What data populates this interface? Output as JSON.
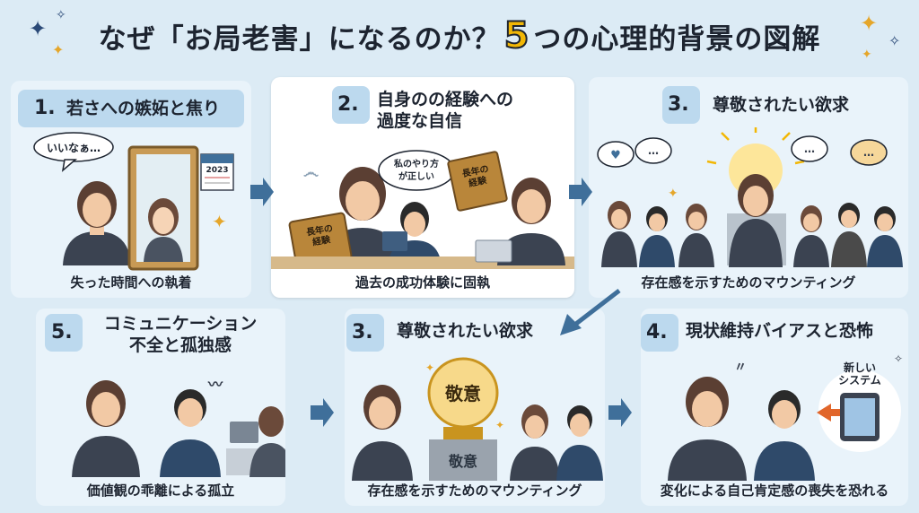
{
  "header": {
    "prefix": "なぜ「お局老害」になるのか？",
    "number": "5",
    "suffix": "つの心理的背景の図解"
  },
  "panels": [
    {
      "number": "1.",
      "title": "若さへの嫉妬と焦り",
      "caption": "失った時間への執着",
      "bubble": "いいなぁ…",
      "calendar_year": "2023"
    },
    {
      "number": "2.",
      "title": "自身のの経験への\n過度な自信",
      "caption": "過去の成功体験に固執",
      "book1": "長年の\n経験",
      "bubble": "私のやり方\nが正しい",
      "book2": "長年の\n経験"
    },
    {
      "number": "3.",
      "title": "尊敬されたい欲求",
      "caption": "存在感を示すためのマウンティング"
    },
    {
      "number": "5.",
      "title": "コミュニケーション\n不全と孤独感",
      "caption": "価値観の乖離による孤立"
    },
    {
      "number": "3.",
      "title": "尊敬されたい欲求",
      "caption": "存在感を示すためのマウンティング",
      "trophy": "敬意",
      "pedestal": "敬意"
    },
    {
      "number": "4.",
      "title": "現状維持バイアスと恐怖",
      "caption": "変化による自己肯定感の喪失を恐れる",
      "system_label": "新しい\nシステム"
    }
  ],
  "colors": {
    "background": "#dcebf5",
    "chip": "#bcd9ee",
    "accent": "#f2b705",
    "arrow": "#3f6f9a",
    "suit": "#3b4351",
    "skin": "#f2c9a5",
    "hair": "#5b3f33"
  }
}
